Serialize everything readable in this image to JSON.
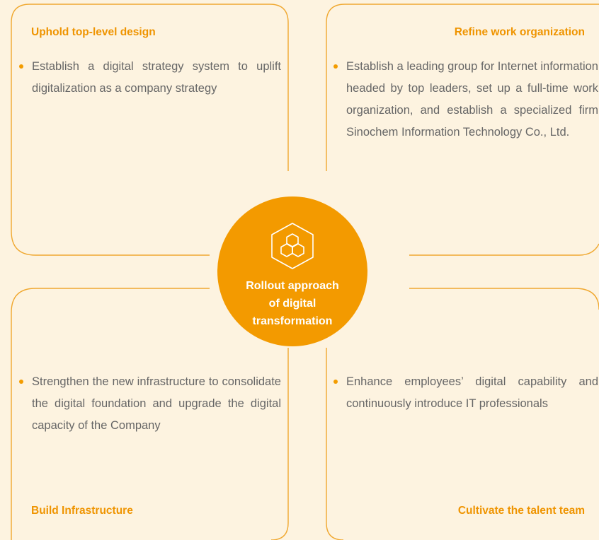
{
  "center": {
    "label": "Rollout approach\nof digital\ntransformation",
    "icon": "hexagon-cluster-icon",
    "fill_color": "#f39a00"
  },
  "quadrants": [
    {
      "title": "Uphold top-level design",
      "text": "Establish a digital strategy system to uplift digitalization as a company strategy"
    },
    {
      "title": "Refine work organization",
      "text": "Establish a leading group for Internet information headed by top leaders, set up a full-time work organization, and establish a specialized firm Sinochem Information Technology Co., Ltd."
    },
    {
      "title": "Build Infrastructure",
      "text": "Strengthen the new infrastructure to consolidate the digital foundation and upgrade the digital capacity of the Company"
    },
    {
      "title": "Cultivate the talent team",
      "text": "Enhance employees’ digital capability and continuously introduce IT professionals"
    }
  ],
  "colors": {
    "background": "#fdf3e0",
    "accent": "#f39a00",
    "title": "#ef9400",
    "line": "#f0a830",
    "text": "#666666"
  }
}
